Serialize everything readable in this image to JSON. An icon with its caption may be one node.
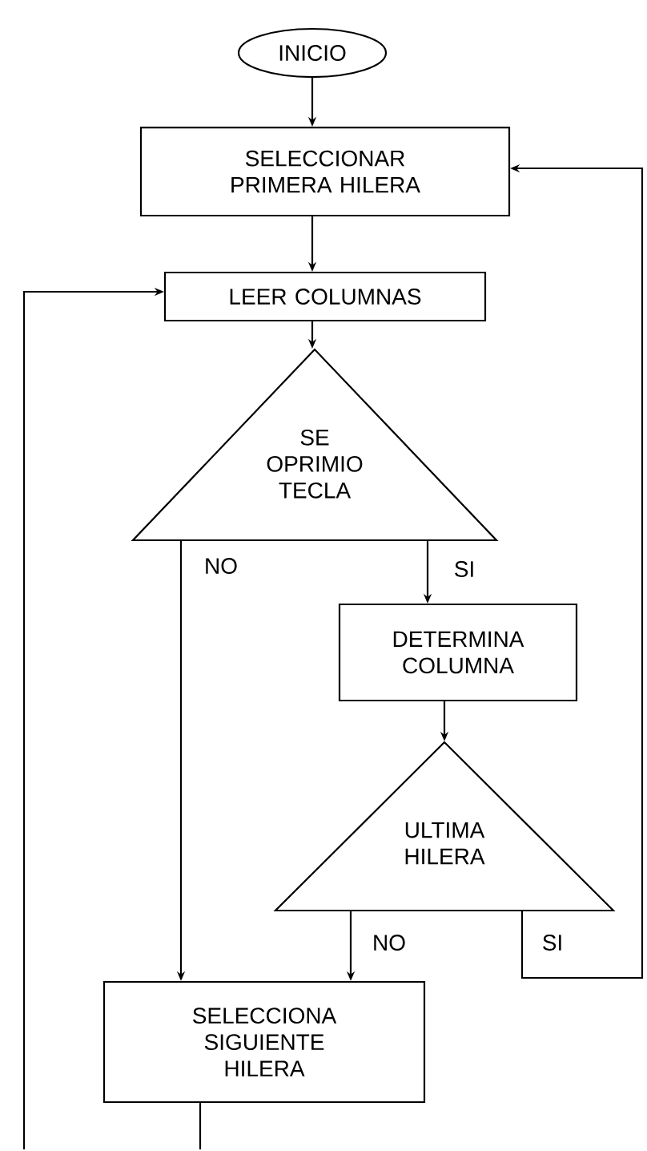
{
  "diagram": {
    "nodes": [
      {
        "text": [
          "INICIO"
        ]
      },
      {
        "text": [
          "SELECCIONAR PRIMERA HILERA"
        ]
      },
      {
        "text": [
          "LEER COLUMNAS"
        ]
      },
      {
        "text": [
          "SE OPRIMIO TECLA"
        ]
      },
      {
        "text": [
          "DETERMINA COLUMNA"
        ]
      },
      {
        "text": [
          "ULTIMA HILERA"
        ]
      },
      {
        "text": [
          "SELECCIONA SIGUIENTE HILERA"
        ]
      }
    ],
    "edges": [
      {
        "from": 0,
        "to": 1,
        "arrow": "to"
      },
      {
        "from": 1,
        "to": 2,
        "arrow": "to"
      },
      {
        "from": 2,
        "to": 3,
        "arrow": "to"
      },
      {
        "from": 3,
        "to": 4,
        "arrow": "to",
        "label": "SI"
      },
      {
        "from": 3,
        "to": 6,
        "arrow": "to",
        "label": "NO"
      },
      {
        "from": 4,
        "to": 5,
        "arrow": "to"
      },
      {
        "from": 5,
        "to": 6,
        "arrow": "to",
        "label": "NO"
      },
      {
        "from": 5,
        "to": 1,
        "arrow": "to",
        "label": "SI"
      },
      {
        "from": null,
        "to": 2,
        "arrow": "to"
      },
      {
        "from": 6,
        "to": null,
        "arrow": "none"
      }
    ]
  }
}
